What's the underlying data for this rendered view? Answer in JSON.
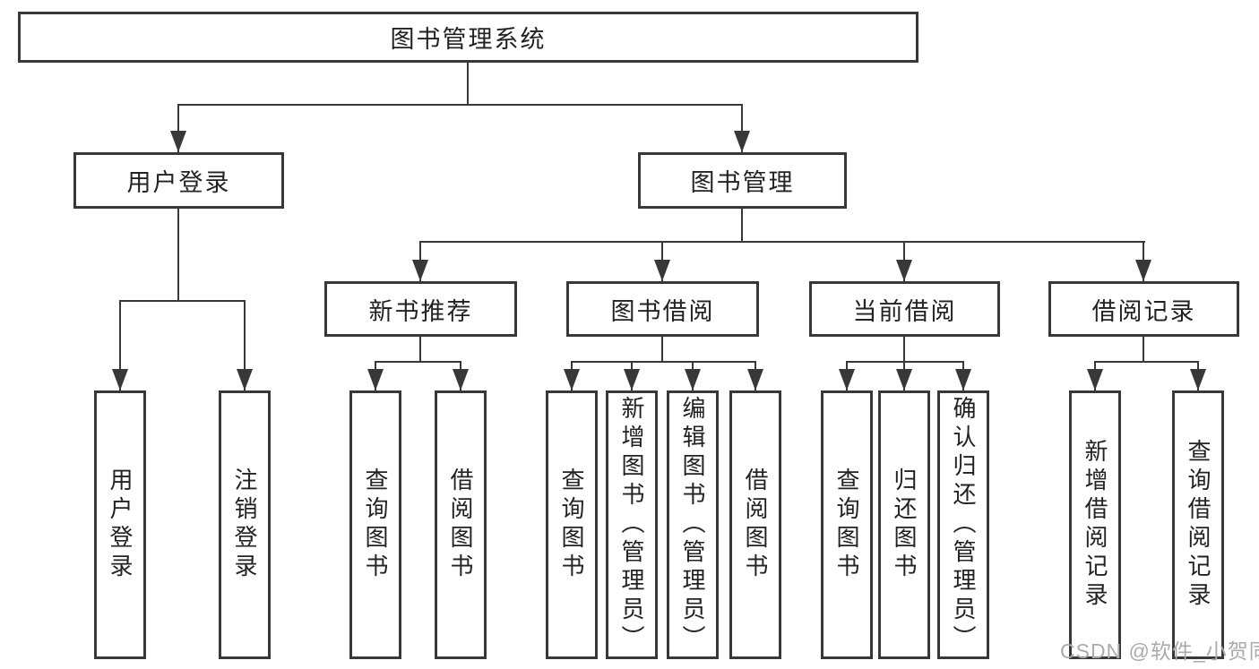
{
  "diagram": {
    "title": "图书管理系统",
    "nodes": {
      "root": "图书管理系统",
      "login": "用户登录",
      "mgmt": "图书管理",
      "login_leaf": "用户登录",
      "logout_leaf": "注销登录",
      "rec": "新书推荐",
      "borrow": "图书借阅",
      "current": "当前借阅",
      "record": "借阅记录",
      "rec_query": "查询图书",
      "rec_borrow": "借阅图书",
      "borrow_query": "查询图书",
      "borrow_add": "新增图书（管理员）",
      "borrow_edit": "编辑图书（管理员）",
      "borrow_do": "借阅图书",
      "cur_query": "查询图书",
      "cur_return": "归还图书",
      "cur_confirm": "确认归还（管理员）",
      "record_add": "新增借阅记录",
      "record_query": "查询借阅记录"
    },
    "colors": {
      "line": "#383838",
      "text": "#222222",
      "watermark_color": "#ababab",
      "background": "#ffffff"
    },
    "watermark": "CSDN @软件_小贺同学"
  }
}
